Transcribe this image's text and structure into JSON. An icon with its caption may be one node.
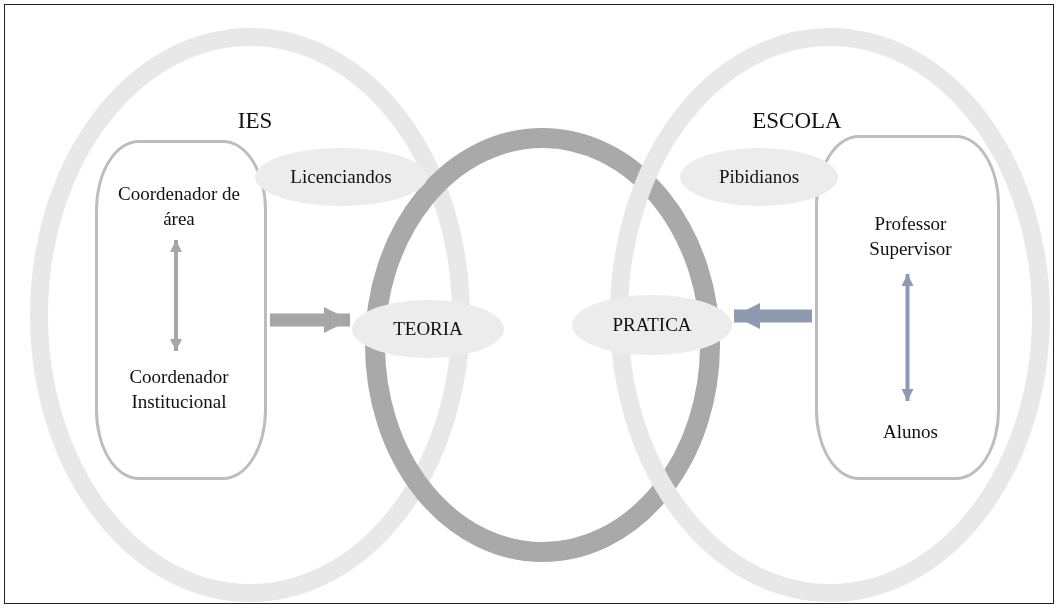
{
  "diagram": {
    "nodes": [
      {
        "text": [
          "IES"
        ]
      },
      {
        "text": [],
        "shape": "box",
        "in": 0
      },
      {
        "text": [
          "Coordenador de área"
        ],
        "in": 1
      },
      {
        "text": [
          "Coordenador Institucional"
        ],
        "in": 1
      },
      {
        "text": [
          "Licenciandos"
        ],
        "in": 0
      },
      {
        "text": [],
        "shape": "circle"
      },
      {
        "text": [
          "TEORIA"
        ]
      },
      {
        "text": [
          "PRATICA"
        ]
      },
      {
        "text": [
          "ESCOLA"
        ]
      },
      {
        "text": [
          "Pibidianos"
        ],
        "in": 8
      },
      {
        "text": [],
        "shape": "box",
        "in": 8
      },
      {
        "text": [
          "Professor Supervisor"
        ],
        "in": 10
      },
      {
        "text": [
          "Alunos"
        ],
        "in": 10
      }
    ],
    "edges": [
      {
        "from": 2,
        "to": 3,
        "arrow": "both"
      },
      {
        "from": 1,
        "to": 6,
        "arrow": "to",
        "style": "thick"
      },
      {
        "from": 10,
        "to": 7,
        "arrow": "to",
        "style": "thick",
        "color": "#8e9ab0"
      },
      {
        "from": 11,
        "to": 12,
        "arrow": "both",
        "color": "#8e9ab0"
      }
    ]
  }
}
